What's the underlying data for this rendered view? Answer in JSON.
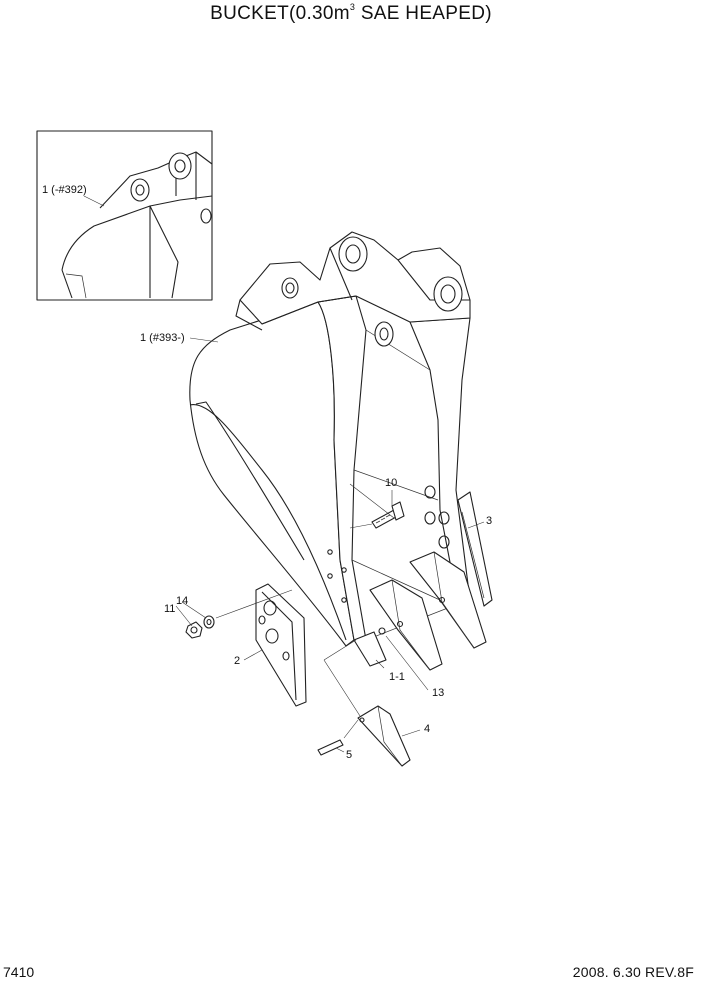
{
  "title": {
    "prefix": "BUCKET(0.30m",
    "superscript": "3",
    "suffix": " SAE HEAPED)"
  },
  "footer": {
    "page_number": "7410",
    "revision": "2008. 6.30  REV.8F"
  },
  "callouts": {
    "inset_bucket": "1 (-#392)",
    "main_bucket": "1 (#393-)",
    "side_cutter": "2",
    "side_protector": "3",
    "tooth_point": "4",
    "tooth_pin": "5",
    "bolt": "10",
    "nut": "11",
    "lock_washer": "13",
    "washer": "14",
    "adapter": "1-1"
  }
}
